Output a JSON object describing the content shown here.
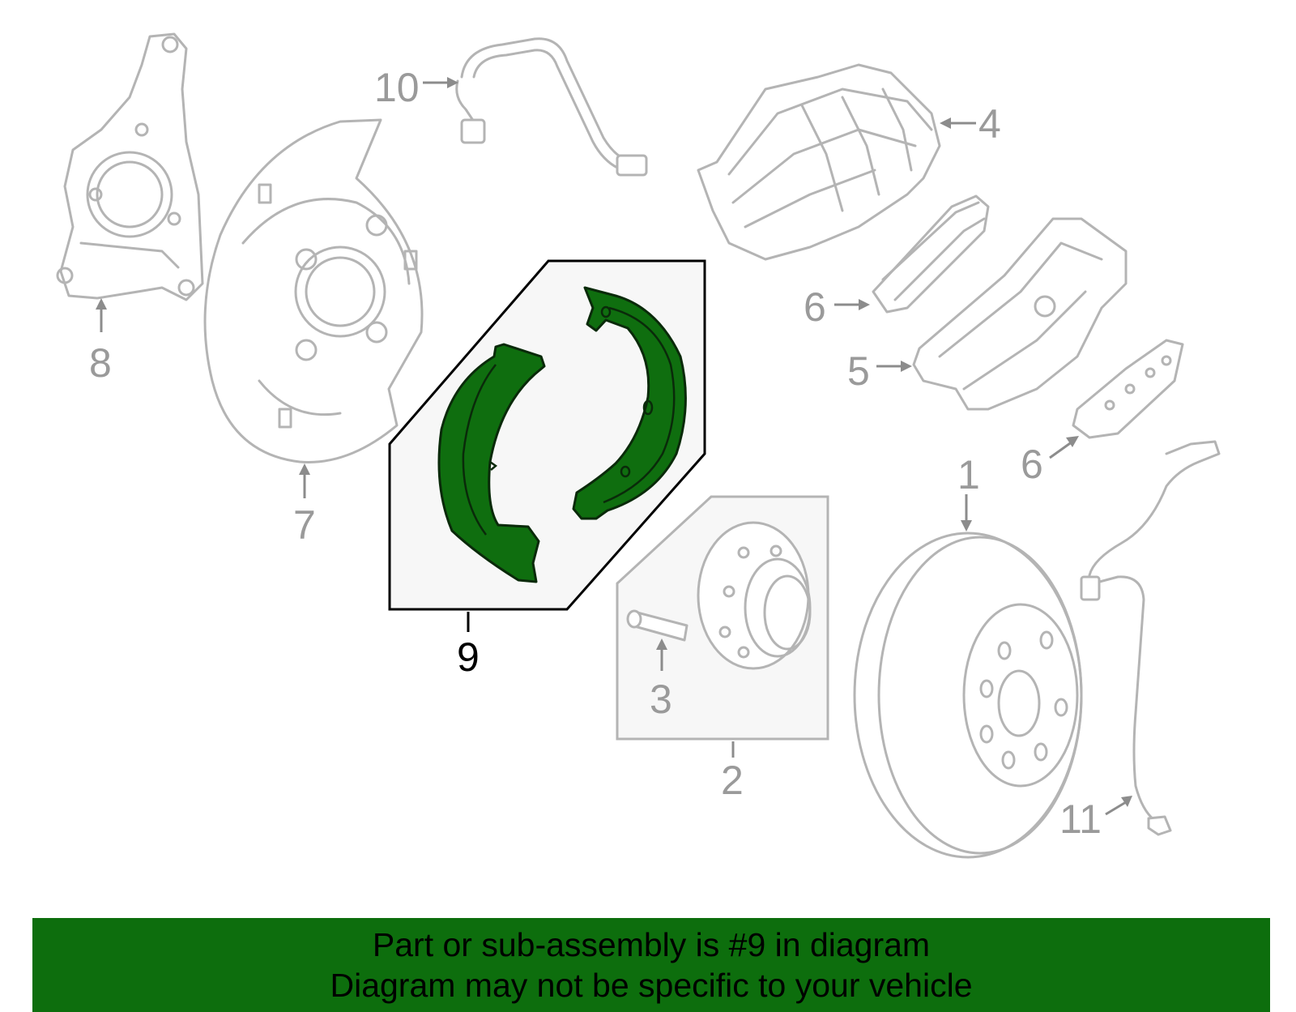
{
  "callouts": {
    "c1": "1",
    "c2": "2",
    "c3": "3",
    "c4": "4",
    "c5": "5",
    "c6a": "6",
    "c6b": "6",
    "c7": "7",
    "c8": "8",
    "c9": "9",
    "c10": "10",
    "c11": "11"
  },
  "highlighted_part": "9",
  "colors": {
    "highlight_green": "#0f6e0f",
    "banner_green": "#0d6e0d",
    "line_gray": "#b4b4b4",
    "label_gray": "#9a9a9a",
    "callout_box_fill": "#f7f7f7"
  },
  "banner": {
    "line1": "Part or sub-assembly is #9 in diagram",
    "line2": "Diagram may not be specific to your vehicle"
  }
}
